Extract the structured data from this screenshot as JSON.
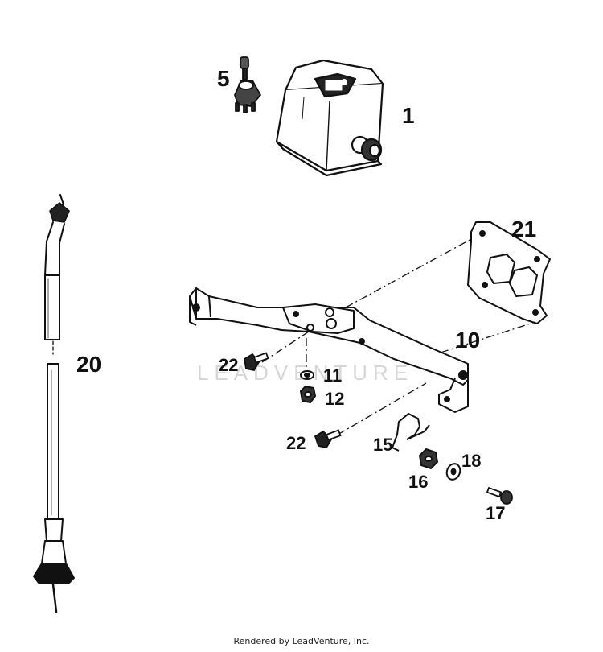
{
  "watermark": "LEADVENTURE",
  "footer": "Rendered by LeadVenture, Inc.",
  "callouts": {
    "p1": "1",
    "p5": "5",
    "p10": "10",
    "p11": "11",
    "p12": "12",
    "p15": "15",
    "p16": "16",
    "p17": "17",
    "p18": "18",
    "p20": "20",
    "p21": "21",
    "p22a": "22",
    "p22b": "22"
  }
}
